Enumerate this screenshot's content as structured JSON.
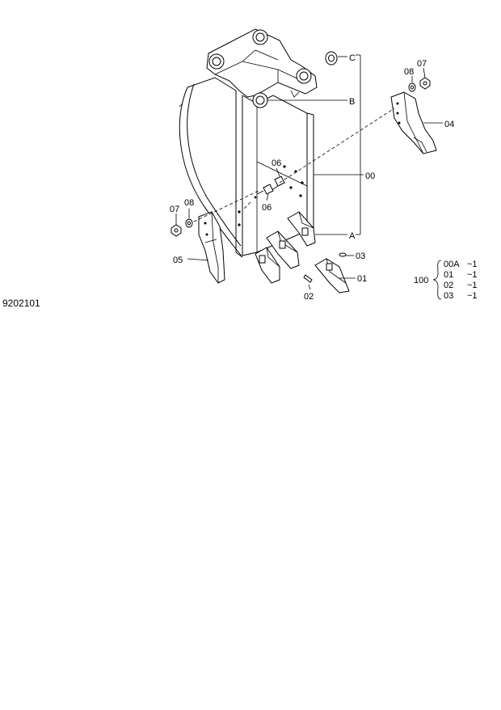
{
  "document": {
    "drawing_number": "9202101"
  },
  "callouts": {
    "c_ring": "C",
    "b_pin": "B",
    "a_teeth": "A",
    "p00": "00",
    "p01": "01",
    "p02": "02",
    "p03": "03",
    "p04": "04",
    "p05": "05",
    "p06_upper": "06",
    "p06_lower": "06",
    "p07_left": "07",
    "p08_left": "08",
    "p07_right": "07",
    "p08_right": "08"
  },
  "assembly": {
    "number": "100",
    "rows": [
      {
        "part": "00A",
        "qty": "~1"
      },
      {
        "part": "01",
        "qty": "~1"
      },
      {
        "part": "02",
        "qty": "~1"
      },
      {
        "part": "03",
        "qty": "~1"
      }
    ]
  }
}
